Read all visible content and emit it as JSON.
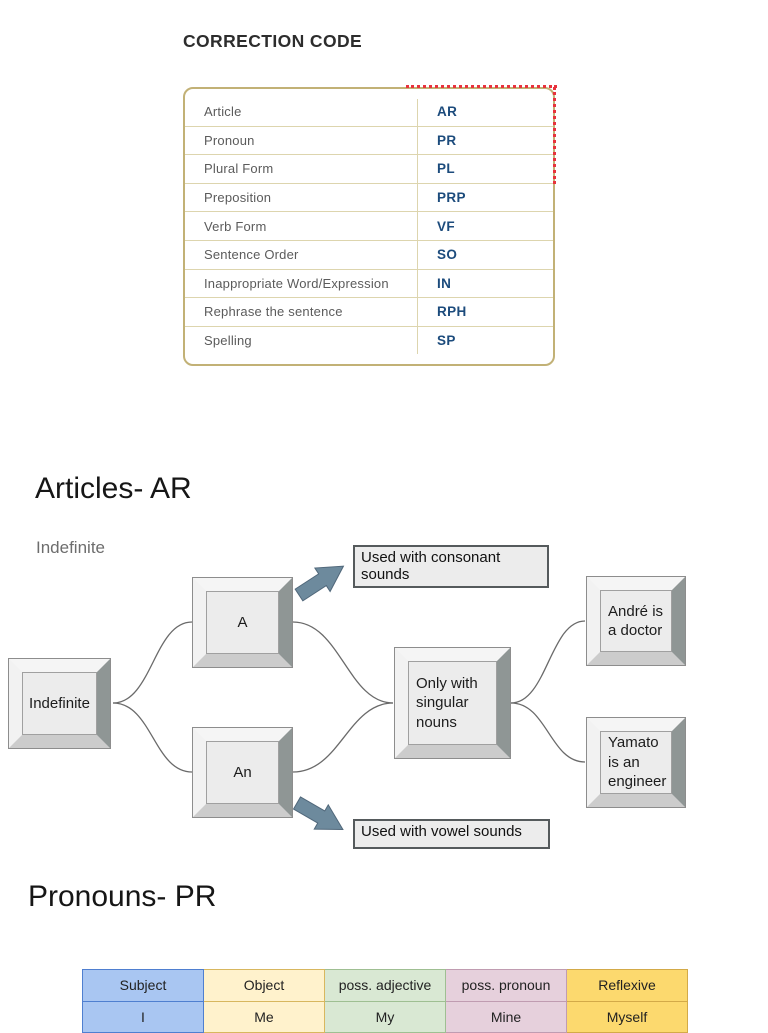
{
  "correction_code": {
    "title": "CORRECTION CODE",
    "rows": [
      {
        "label": "Article",
        "code": "AR"
      },
      {
        "label": "Pronoun",
        "code": "PR"
      },
      {
        "label": "Plural Form",
        "code": "PL"
      },
      {
        "label": "Preposition",
        "code": "PRP"
      },
      {
        "label": "Verb Form",
        "code": "VF"
      },
      {
        "label": "Sentence Order",
        "code": "SO"
      },
      {
        "label": "Inappropriate Word/Expression",
        "code": "IN"
      },
      {
        "label": "Rephrase the sentence",
        "code": "RPH"
      },
      {
        "label": "Spelling",
        "code": "SP"
      }
    ]
  },
  "articles": {
    "heading": "Articles- AR",
    "subheading": "Indefinite",
    "nodes": {
      "indefinite": "Indefinite",
      "a": "A",
      "an": "An",
      "only": "Only with singular nouns",
      "andre": "André is a doctor",
      "yamato": "Yamato is an engineer"
    },
    "notes": {
      "consonant": "Used with consonant sounds",
      "vowel": "Used with vowel sounds"
    }
  },
  "pronouns": {
    "heading": "Pronouns- PR",
    "table": {
      "headers": [
        "Subject",
        "Object",
        "poss. adjective",
        "poss. pronoun",
        "Reflexive"
      ],
      "rows": [
        [
          "I",
          "Me",
          "My",
          "Mine",
          "Myself"
        ]
      ]
    }
  },
  "colors": {
    "code_text": "#1c4b7c",
    "table_border": "#c2b176",
    "dotted_line": "#e8323c",
    "arrow": "#6d8a9d",
    "header_subject": "#a9c6f2",
    "header_object": "#fff2cc",
    "header_poss_adjective": "#d9e8d3",
    "header_poss_pronoun": "#e6d0dc",
    "header_reflexive": "#fcd96e"
  }
}
